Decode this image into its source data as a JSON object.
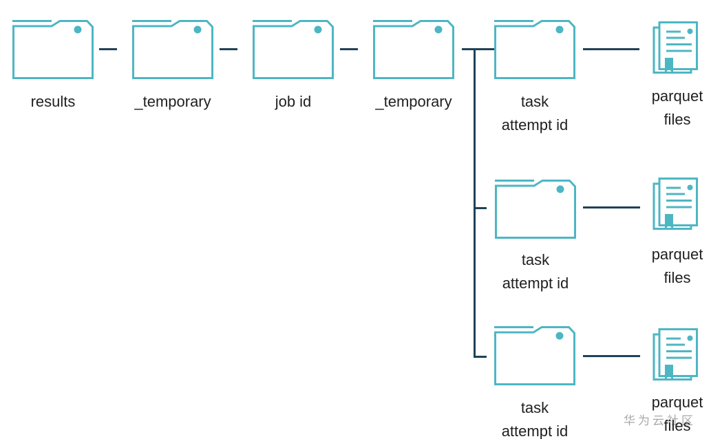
{
  "diagram": {
    "description": "Folder hierarchy of Spark job output directory",
    "chain": [
      {
        "id": "results",
        "label": "results",
        "type": "folder"
      },
      {
        "id": "temporary-1",
        "label": "_temporary",
        "type": "folder"
      },
      {
        "id": "job-id",
        "label": "job id",
        "type": "folder"
      },
      {
        "id": "temporary-2",
        "label": "_temporary",
        "type": "folder"
      }
    ],
    "task_label": {
      "line1": "task",
      "line2": "attempt id"
    },
    "parquet_label": {
      "line1": "parquet",
      "line2": "files"
    },
    "branch_count": 3
  },
  "icons": {
    "folder": "folder-icon",
    "files": "document-files-icon"
  },
  "watermark": {
    "text": "华为云社区"
  },
  "colors": {
    "accent": "#4db6c3",
    "connector": "#1e4257",
    "label_text": "#1f1f1f",
    "watermark_text": "#a8a8a8",
    "background": "#ffffff"
  }
}
